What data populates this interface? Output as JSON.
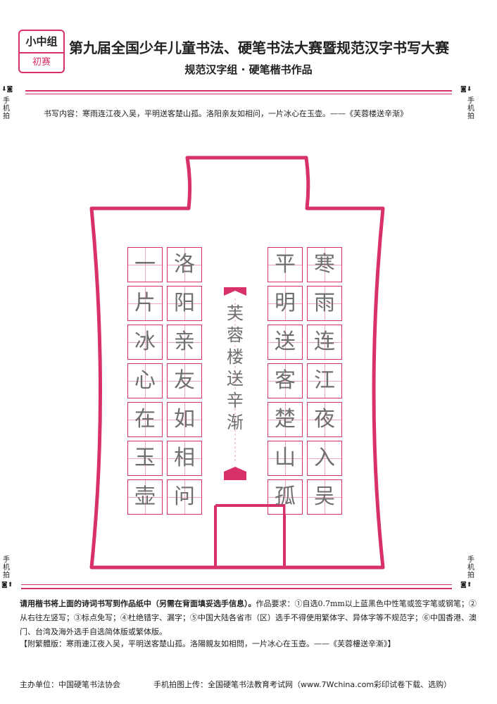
{
  "badge": {
    "top": "小中组",
    "bottom": "初赛"
  },
  "header": {
    "title": "第九届全国少年儿童书法、硬笔书法大赛暨规范汉字书写大赛",
    "subtitle": "规范汉字组 · 硬笔楷书作品"
  },
  "side_label": "手机拍",
  "content_line": "书写内容：寒雨连江夜入吴，平明送客楚山孤。洛阳亲友如相问，一片冰心在玉壶。——《芙蓉楼送辛渐》",
  "work": {
    "title_chars": [
      "芙",
      "蓉",
      "楼",
      "送",
      "辛",
      "渐"
    ],
    "columns": [
      [
        "寒",
        "雨",
        "连",
        "江",
        "夜",
        "入",
        "吴"
      ],
      [
        "平",
        "明",
        "送",
        "客",
        "楚",
        "山",
        "孤"
      ],
      [
        "洛",
        "阳",
        "亲",
        "友",
        "如",
        "相",
        "问"
      ],
      [
        "一",
        "片",
        "冰",
        "心",
        "在",
        "玉",
        "壶"
      ]
    ]
  },
  "requirements": {
    "lead": "请用楷书将上面的诗词书写到作品纸中（另需在背面填妥选手信息）。",
    "body": "作品要求：①自选0.7mm以上蓝黑色中性笔或签字笔或钢笔；②从右往左竖写；③标点免写；④杜绝错字、漏字；⑤中国大陆各省市（区）选手不得使用繁体字、异体字等不规范字；⑥中国香港、澳门、台湾及海外选手自选简体版或繁体版。"
  },
  "traditional": "【附繁體版：寒雨連江夜入吴，平明送客楚山孤。洛陽親友如相問，一片冰心在玉壺。——《芙蓉樓送辛漸》】",
  "footer": {
    "host": "主办单位：中国硬笔书法协会",
    "upload": "手机拍图上传：全国硬笔书法教育考试网（www.7Wchina.com彩印试卷下载、选购）"
  },
  "colors": {
    "accent": "#d8306a",
    "grid_dash": "#f0a8c2",
    "ink": "#6f6f6f"
  },
  "icons": [
    "camera-icon",
    "arrow-down-icon",
    "arrow-up-icon"
  ]
}
